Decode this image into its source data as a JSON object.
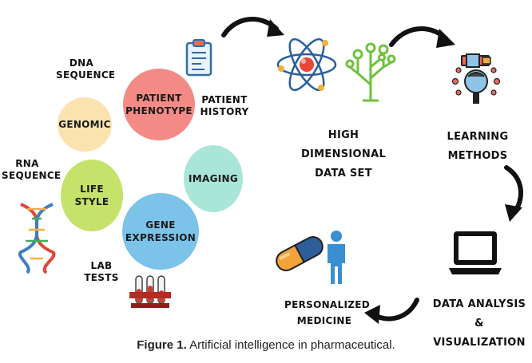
{
  "left_labels": {
    "dna_sequence": [
      "DNA",
      "SEQUENCE"
    ],
    "rna_sequence": [
      "RNA",
      "SEQUENCE"
    ],
    "patient_history": [
      "PATIENT",
      "HISTORY"
    ],
    "lab_tests": [
      "LAB",
      "TESTS"
    ]
  },
  "circles": {
    "patient_phenotype": {
      "lines": [
        "PATIENT",
        "PHENOTYPE"
      ],
      "color": "#f48a86"
    },
    "genomic": {
      "lines": [
        "GENOMIC"
      ],
      "color": "#fbe3b0"
    },
    "life_style": {
      "lines": [
        "LIFE",
        "STYLE"
      ],
      "color": "#c5e26a"
    },
    "imaging": {
      "lines": [
        "IMAGING"
      ],
      "color": "#a9e6d7"
    },
    "gene_expression": {
      "lines": [
        "GENE",
        "EXPRESSION"
      ],
      "color": "#7cc3ea"
    }
  },
  "flow_labels": {
    "high_dimensional": [
      "HIGH DIMENSIONAL",
      "DATA SET"
    ],
    "learning_methods": [
      "LEARNING",
      "METHODS"
    ],
    "data_analysis": [
      "DATA ANALYSIS &",
      "VISUALIZATION"
    ],
    "personalized": [
      "PERSONALIZED",
      "MEDICINE"
    ]
  },
  "caption": {
    "bold": "Figure 1.",
    "text": " Artificial intelligence in pharmaceutical."
  },
  "icons": [
    "clipboard-icon",
    "atom-icon",
    "circuit-tree-icon",
    "scholar-icon",
    "laptop-icon",
    "pill-capsule-icon",
    "person-icon",
    "dna-helix-icon",
    "test-tubes-icon"
  ]
}
